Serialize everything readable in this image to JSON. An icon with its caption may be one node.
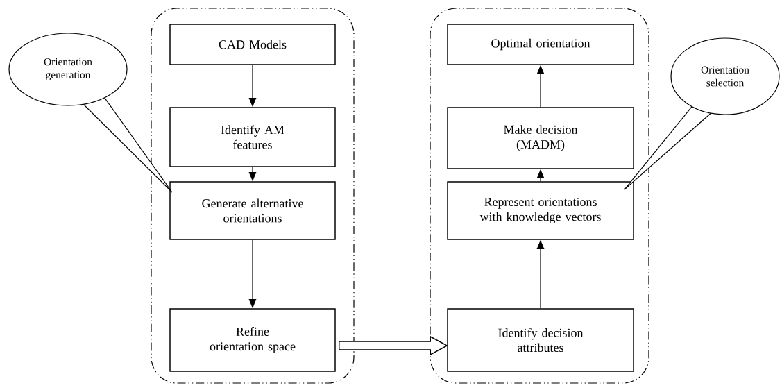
{
  "diagram": {
    "nodes": [
      {
        "text": [],
        "shape": "box"
      },
      {
        "text": [
          "CAD Models"
        ],
        "in": 0
      },
      {
        "text": [
          "Identify AM features"
        ],
        "in": 0
      },
      {
        "text": [
          "Generate alternative orientations"
        ],
        "in": 0
      },
      {
        "text": [
          "Refine orientation space"
        ],
        "in": 0
      },
      {
        "text": [],
        "shape": "box"
      },
      {
        "text": [
          "Optimal orientation"
        ],
        "in": 5
      },
      {
        "text": [
          "Make decision (MADM)"
        ],
        "in": 5
      },
      {
        "text": [
          "Represent orientations with knowledge vectors"
        ],
        "in": 5
      },
      {
        "text": [
          "Identify decision attributes"
        ],
        "in": 5
      },
      {
        "text": [
          "Orientation generation"
        ]
      },
      {
        "text": [
          "Orientation selection"
        ]
      }
    ],
    "edges": [
      {
        "from": 1,
        "to": 2,
        "arrow": "to"
      },
      {
        "from": 2,
        "to": 3,
        "arrow": "to"
      },
      {
        "from": 3,
        "to": 4,
        "arrow": "to"
      },
      {
        "from": 4,
        "to": 9,
        "arrow": "to",
        "style": "thick"
      },
      {
        "from": 9,
        "to": 8,
        "arrow": "to"
      },
      {
        "from": 8,
        "to": 7,
        "arrow": "to"
      },
      {
        "from": 7,
        "to": 6,
        "arrow": "to"
      }
    ]
  }
}
